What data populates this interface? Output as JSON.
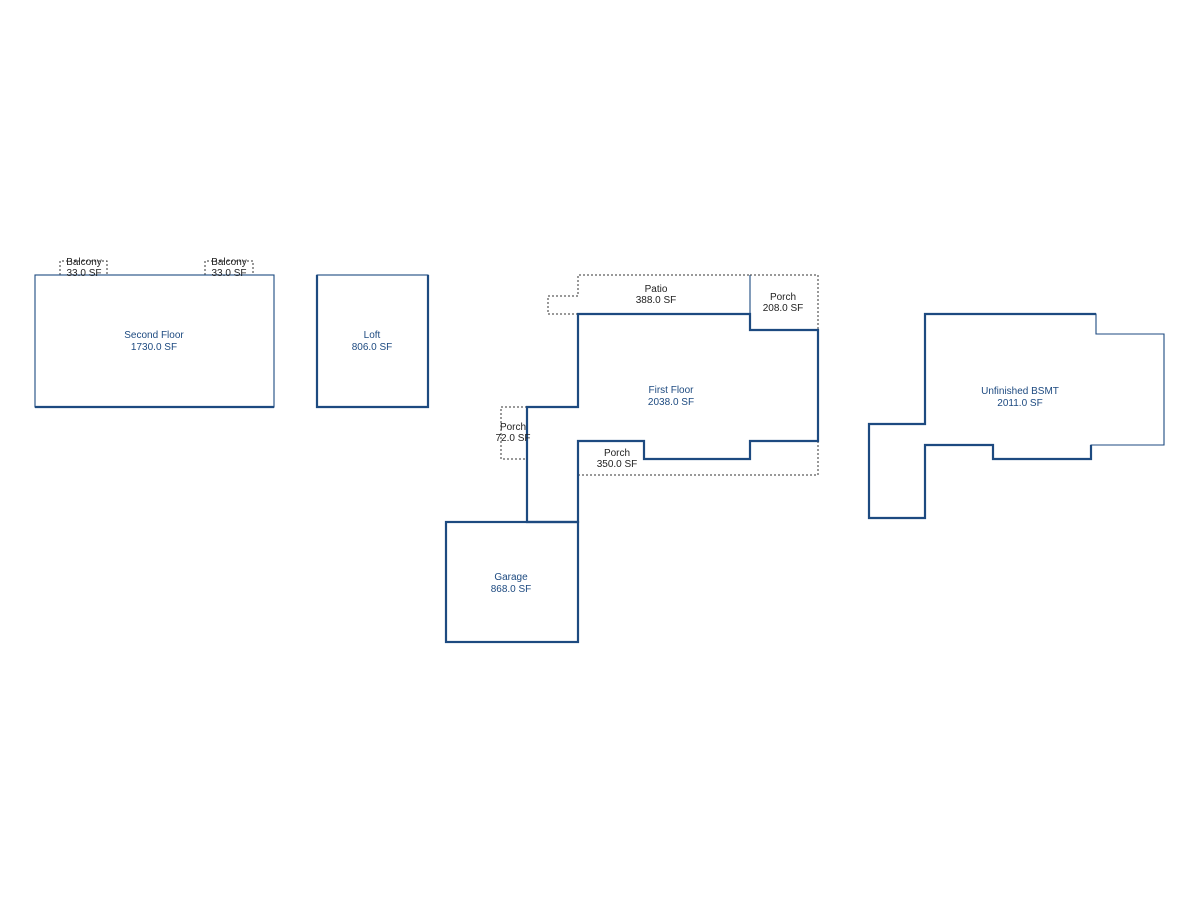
{
  "areas": {
    "second_floor": {
      "name": "Second Floor",
      "size": "1730.0 SF"
    },
    "balcony_1": {
      "name": "Balcony",
      "size": "33.0 SF"
    },
    "balcony_2": {
      "name": "Balcony",
      "size": "33.0 SF"
    },
    "loft": {
      "name": "Loft",
      "size": "806.0 SF"
    },
    "patio": {
      "name": "Patio",
      "size": "388.0 SF"
    },
    "porch_rear": {
      "name": "Porch",
      "size": "208.0 SF"
    },
    "first_floor": {
      "name": "First Floor",
      "size": "2038.0 SF"
    },
    "porch_side": {
      "name": "Porch",
      "size": "72.0 SF"
    },
    "porch_front": {
      "name": "Porch",
      "size": "350.0 SF"
    },
    "garage": {
      "name": "Garage",
      "size": "868.0 SF"
    },
    "basement": {
      "name": "Unfinished BSMT",
      "size": "2011.0 SF"
    }
  },
  "colors": {
    "wall": "#1d4a80",
    "dashed_outline": "#333333",
    "background": "#ffffff"
  }
}
